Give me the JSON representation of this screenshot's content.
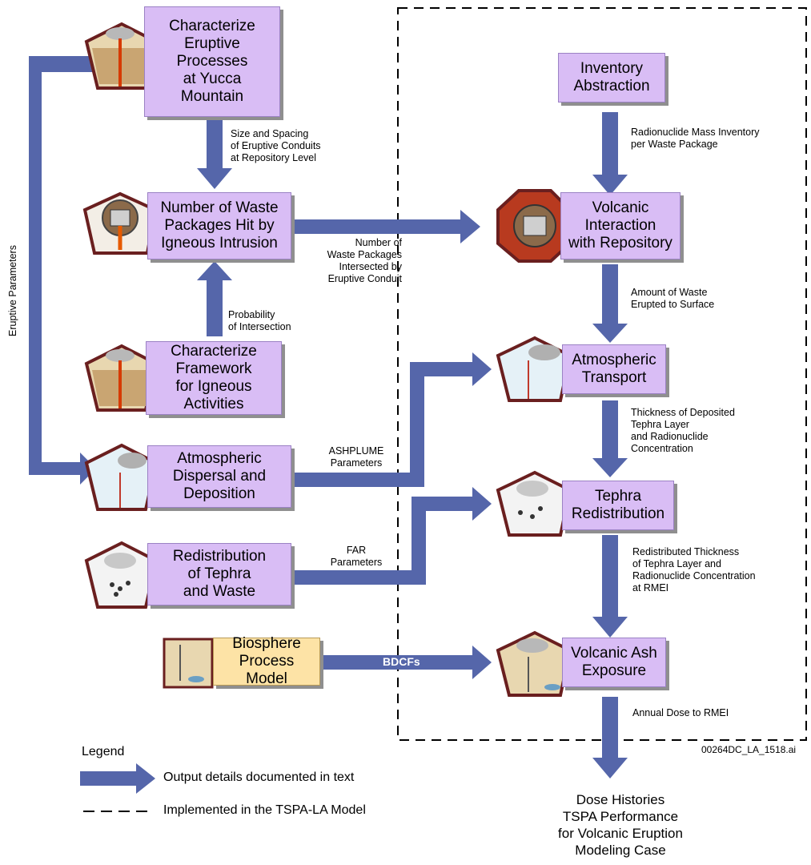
{
  "boxes": {
    "characterize_eruptive": "Characterize\nEruptive\nProcesses\nat Yucca\nMountain",
    "number_waste_packages": "Number of Waste\nPackages Hit by\nIgneous Intrusion",
    "characterize_framework": "Characterize\nFramework\nfor Igneous\nActivities",
    "atmospheric_dispersal": "Atmospheric\nDispersal and\nDeposition",
    "redistribution_tephra": "Redistribution\nof Tephra\nand Waste",
    "biosphere_process": "Biosphere\nProcess Model",
    "inventory_abstraction": "Inventory\nAbstraction",
    "volcanic_interaction": "Volcanic\nInteraction\nwith Repository",
    "atmospheric_transport": "Atmospheric\nTransport",
    "tephra_redistribution": "Tephra\nRedistribution",
    "volcanic_ash_exposure": "Volcanic Ash\nExposure"
  },
  "labels": {
    "size_spacing": "Size and Spacing\nof Eruptive Conduits\nat Repository Level",
    "probability": "Probability\nof Intersection",
    "eruptive_parameters": "Eruptive Parameters",
    "number_intersected": "Number of\nWaste Packages\nIntersected by\nEruptive Conduit",
    "ashplume": "ASHPLUME\nParameters",
    "far": "FAR\nParameters",
    "bdcfs": "BDCFs",
    "radionuclide_mass": "Radionuclide Mass Inventory\nper Waste Package",
    "amount_waste": "Amount of Waste\nErupted to Surface",
    "thickness_deposited": "Thickness of Deposited\nTephra Layer\nand Radionuclide\nConcentration",
    "redistributed_thickness": "Redistributed Thickness\nof Tephra Layer and\nRadionuclide Concentration\nat RMEI",
    "annual_dose": "Annual Dose to RMEI"
  },
  "legend": {
    "title": "Legend",
    "arrow_text": "Output details documented in text",
    "dashed_text": "Implemented in the TSPA-LA Model"
  },
  "file_id": "00264DC_LA_1518.ai",
  "output": "Dose Histories\nTSPA Performance\nfor Volcanic Eruption\nModeling Case",
  "colors": {
    "box_purple": "#d9bdf5",
    "box_yellow": "#fde3a6",
    "arrow": "#5566aa",
    "icon_border": "#6a1f1f"
  }
}
